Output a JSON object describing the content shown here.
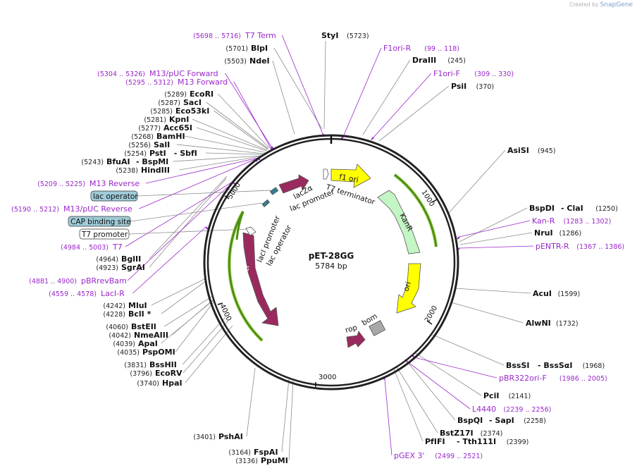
{
  "credit": {
    "created_by": "Created by",
    "brand": "SnapGene"
  },
  "plasmid": {
    "name": "pET-28GG",
    "length": "5784 bp"
  },
  "ticks": [
    "1000",
    "2000",
    "3000",
    "4000",
    "5000"
  ],
  "enzymes": [
    {
      "id": "styi",
      "name": "StyI",
      "pos": "(5723)"
    },
    {
      "id": "blpi",
      "name": "BlpI",
      "pos": "(5701)"
    },
    {
      "id": "ndei",
      "name": "NdeI",
      "pos": "(5503)"
    },
    {
      "id": "ecori",
      "name": "EcoRI",
      "pos": "(5289)"
    },
    {
      "id": "saci",
      "name": "SacI",
      "pos": "(5287)"
    },
    {
      "id": "eco53ki",
      "name": "Eco53kI",
      "pos": "(5285)"
    },
    {
      "id": "kpni",
      "name": "KpnI",
      "pos": "(5281)"
    },
    {
      "id": "acc65i",
      "name": "Acc65I",
      "pos": "(5277)"
    },
    {
      "id": "bamhi",
      "name": "BamHI",
      "pos": "(5268)"
    },
    {
      "id": "sali",
      "name": "SalI",
      "pos": "(5256)"
    },
    {
      "id": "psti",
      "name": "PstI",
      "name2": "SbfI",
      "pos": "(5254)"
    },
    {
      "id": "bfuai",
      "name": "BfuAI",
      "name2": "BspMI",
      "pos": "(5243)"
    },
    {
      "id": "hindiii",
      "name": "HindIII",
      "pos": "(5238)"
    },
    {
      "id": "bglii",
      "name": "BglII",
      "pos": "(4964)"
    },
    {
      "id": "sgrai",
      "name": "SgrAI",
      "pos": "(4923)"
    },
    {
      "id": "mlui",
      "name": "MluI",
      "pos": "(4242)"
    },
    {
      "id": "bcli",
      "name": "BclI *",
      "pos": "(4228)"
    },
    {
      "id": "bsteii",
      "name": "BstEII",
      "pos": "(4060)"
    },
    {
      "id": "nmeaiii",
      "name": "NmeAIII",
      "pos": "(4042)"
    },
    {
      "id": "apai",
      "name": "ApaI",
      "pos": "(4039)"
    },
    {
      "id": "pspomi",
      "name": "PspOMI",
      "pos": "(4035)"
    },
    {
      "id": "bsshii",
      "name": "BssHII",
      "pos": "(3831)"
    },
    {
      "id": "ecorv",
      "name": "EcoRV",
      "pos": "(3796)"
    },
    {
      "id": "hpai",
      "name": "HpaI",
      "pos": "(3740)"
    },
    {
      "id": "pshai",
      "name": "PshAI",
      "pos": "(3401)"
    },
    {
      "id": "fspai",
      "name": "FspAI",
      "pos": "(3164)"
    },
    {
      "id": "ppumi",
      "name": "PpuMI",
      "pos": "(3136)"
    },
    {
      "id": "draiii",
      "name": "DraIII",
      "pos": "(245)"
    },
    {
      "id": "psii",
      "name": "PsiI",
      "pos": "(370)"
    },
    {
      "id": "asisi",
      "name": "AsiSI",
      "pos": "(945)"
    },
    {
      "id": "bspdi",
      "name": "BspDI",
      "name2": "ClaI",
      "pos": "(1250)"
    },
    {
      "id": "drui",
      "name": "NruI",
      "pos": "(1286)"
    },
    {
      "id": "acui",
      "name": "AcuI",
      "pos": "(1599)"
    },
    {
      "id": "alwni",
      "name": "AlwNI",
      "pos": "(1732)"
    },
    {
      "id": "bsssi",
      "name": "BssSI",
      "name2": "BssSαI",
      "pos": "(1968)"
    },
    {
      "id": "pcii",
      "name": "PciI",
      "pos": "(2141)"
    },
    {
      "id": "bspqi",
      "name": "BspQI",
      "name2": "SapI",
      "pos": "(2258)"
    },
    {
      "id": "bstz17i",
      "name": "BstZ17I",
      "pos": "(2374)"
    },
    {
      "id": "pfifi",
      "name": "PfIFI",
      "name2": "Tth111I",
      "pos": "(2399)"
    }
  ],
  "primers": [
    {
      "id": "t7term",
      "name": "T7 Term",
      "range": "(5698 .. 5716)"
    },
    {
      "id": "m13puc_fwd",
      "name": "M13/pUC Forward",
      "range": "(5304 .. 5326)"
    },
    {
      "id": "m13_fwd",
      "name": "M13 Forward",
      "range": "(5295 .. 5312)"
    },
    {
      "id": "m13_rev",
      "name": "M13 Reverse",
      "range": "(5209 .. 5225)"
    },
    {
      "id": "m13puc_rev",
      "name": "M13/pUC Reverse",
      "range": "(5190 .. 5212)"
    },
    {
      "id": "t7",
      "name": "T7",
      "range": "(4984 .. 5003)"
    },
    {
      "id": "pbrrevbam",
      "name": "pBRrevBam",
      "range": "(4881 .. 4900)"
    },
    {
      "id": "laci_r",
      "name": "LacI-R",
      "range": "(4559 .. 4578)"
    },
    {
      "id": "f1ori_r",
      "name": "F1ori-R",
      "range": "(99 .. 118)"
    },
    {
      "id": "f1ori_f",
      "name": "F1ori-F",
      "range": "(309 .. 330)"
    },
    {
      "id": "kan_r",
      "name": "Kan-R",
      "range": "(1283 .. 1302)"
    },
    {
      "id": "pentr_r",
      "name": "pENTR-R",
      "range": "(1367 .. 1386)"
    },
    {
      "id": "pbr322ori_f",
      "name": "pBR322ori-F",
      "range": "(1986 .. 2005)"
    },
    {
      "id": "l4440",
      "name": "L4440",
      "range": "(2239 .. 2256)"
    },
    {
      "id": "pgex3",
      "name": "pGEX 3'",
      "range": "(2499 .. 2521)"
    }
  ],
  "boxed_labels": [
    {
      "id": "lac_operator",
      "text": "lac operator",
      "fill": "#9fcbd8"
    },
    {
      "id": "cap_site",
      "text": "CAP binding site",
      "fill": "#9fcbd8"
    },
    {
      "id": "t7_promoter",
      "text": "T7 promoter",
      "fill": "#ffffff"
    }
  ],
  "features": {
    "lacz": "lacZα",
    "lac_promoter": "lac promoter",
    "t7_terminator": "T7 terminator",
    "f1ori": "f1 ori",
    "kanr": "KanR",
    "ori": "ori",
    "laci": "lacI",
    "laci_promoter": "lacI promoter",
    "lac_operator": "lac operator",
    "rop": "rop",
    "bom": "bom"
  },
  "colors": {
    "enzyme_line": "#8c8c8c",
    "primer": "#9b27c9",
    "ori": "#ffff00",
    "kanr": "#c4f5c4",
    "laci": "#9a2a5e",
    "green": "#4e8f14"
  }
}
